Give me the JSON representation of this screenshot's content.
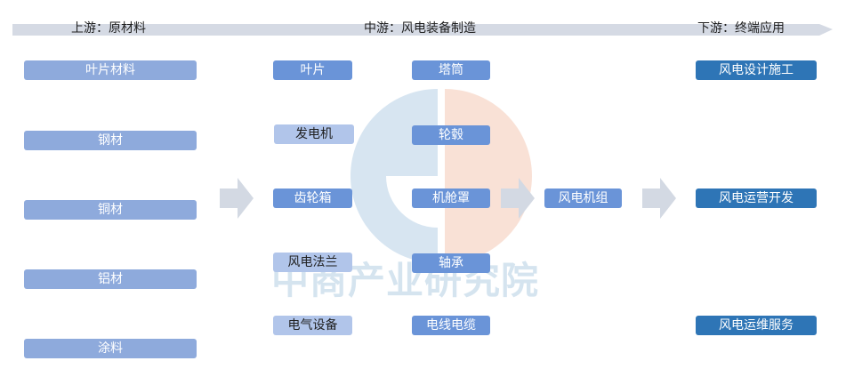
{
  "header": {
    "upstream": "上游：原材料",
    "midstream": "中游：风电装备制造",
    "downstream": "下游：终端应用"
  },
  "upstream_materials": [
    "叶片材料",
    "钢材",
    "铜材",
    "铝材",
    "涂料"
  ],
  "midstream_left": [
    "叶片",
    "发电机",
    "齿轮箱",
    "风电法兰",
    "电气设备"
  ],
  "midstream_right": [
    "塔筒",
    "轮毂",
    "机舱罩",
    "轴承",
    "电线电缆"
  ],
  "assembly": "风电机组",
  "downstream_apps": [
    "风电设计施工",
    "风电运营开发",
    "风电运维服务"
  ],
  "watermark": "中商产业研究院",
  "colors": {
    "header_arrow": "#d5dae4",
    "flow_arrow": "#d3d9e3",
    "upstream_box": "#8eaadc",
    "midstream_box": "#6a94d8",
    "midstream_pale_box": "#b1c5ea",
    "downstream_box": "#2e75b6"
  }
}
